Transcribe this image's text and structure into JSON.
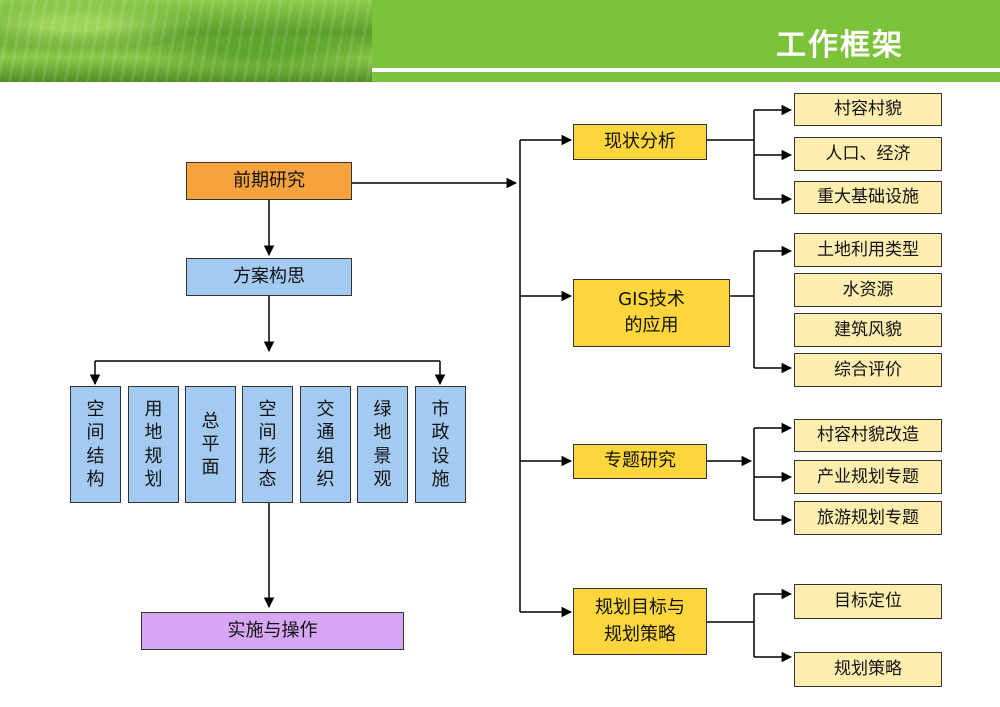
{
  "header": {
    "title": "工作框架"
  },
  "colors": {
    "header_green": "#7cc23a",
    "orange": "#f5a43d",
    "blue": "#a3cbf1",
    "purple": "#d7a6f5",
    "yellow": "#fcd63a",
    "cream": "#fdeeb0"
  },
  "left": {
    "preliminary": "前期研究",
    "concept": "方案构思",
    "items": [
      "空间结构",
      "用地规划",
      "总平面",
      "空间形态",
      "交通组织",
      "绿地景观",
      "市政设施"
    ],
    "implementation": "实施与操作"
  },
  "groups": [
    {
      "label": "现状分析",
      "items": [
        "村容村貌",
        "人口、经济",
        "重大基础设施"
      ]
    },
    {
      "label_lines": [
        "GIS技术",
        "的应用"
      ],
      "items": [
        "土地利用类型",
        "水资源",
        "建筑风貌",
        "综合评价"
      ]
    },
    {
      "label": "专题研究",
      "items": [
        "村容村貌改造",
        "产业规划专题",
        "旅游规划专题"
      ]
    },
    {
      "label_lines": [
        "规划目标与",
        "规划策略"
      ],
      "items": [
        "目标定位",
        "规划策略"
      ]
    }
  ]
}
